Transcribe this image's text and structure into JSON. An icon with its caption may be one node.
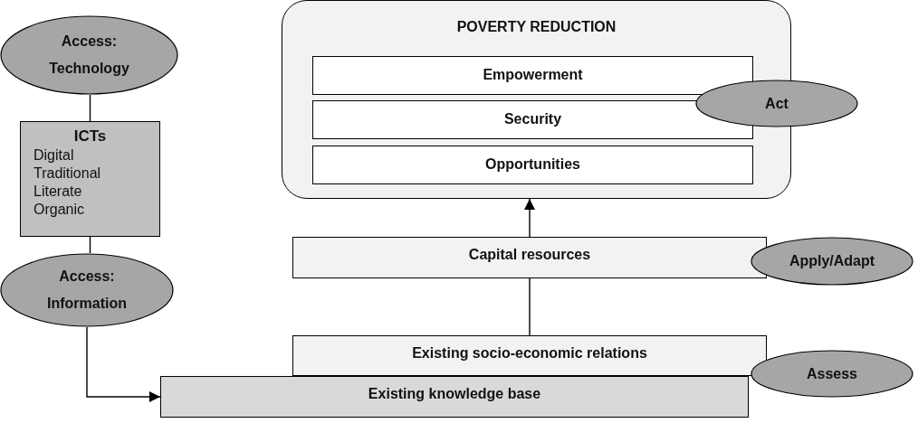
{
  "diagram": {
    "nodes": [
      {
        "text": [
          "Access: Technology"
        ]
      },
      {
        "text": [
          "ICTs",
          "Digital",
          "Traditional",
          "Literate",
          "Organic"
        ]
      },
      {
        "text": [
          "Access: Information"
        ]
      },
      {
        "text": [
          "POVERTY REDUCTION"
        ]
      },
      {
        "text": [
          "Empowerment"
        ],
        "in": 3
      },
      {
        "text": [
          "Security"
        ],
        "in": 3
      },
      {
        "text": [
          "Opportunities"
        ],
        "in": 3
      },
      {
        "text": [
          "Act"
        ]
      },
      {
        "text": [
          "Capital resources"
        ]
      },
      {
        "text": [
          "Apply/Adapt"
        ]
      },
      {
        "text": [
          "Existing socio-economic relations"
        ]
      },
      {
        "text": [
          "Existing knowledge base"
        ]
      },
      {
        "text": [
          "Assess"
        ]
      }
    ],
    "edges": [
      {
        "from": 0,
        "to": 1,
        "arrow": "none"
      },
      {
        "from": 1,
        "to": 2,
        "arrow": "none"
      },
      {
        "from": 2,
        "to": 11,
        "arrow": "to"
      },
      {
        "from": 10,
        "to": 8,
        "arrow": "none"
      },
      {
        "from": 8,
        "to": 3,
        "arrow": "to"
      }
    ]
  }
}
